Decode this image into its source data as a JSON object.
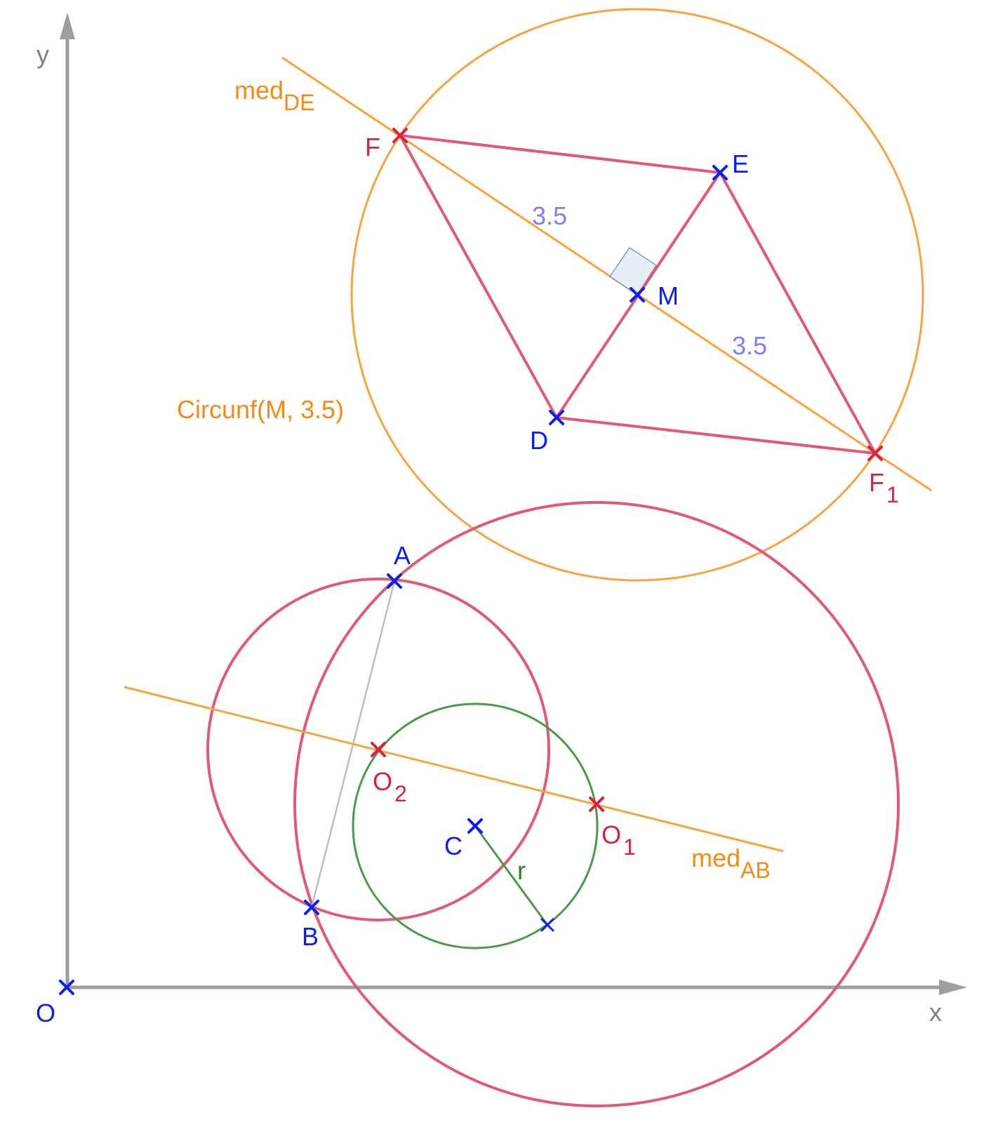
{
  "axes": {
    "x_label": "x",
    "y_label": "y",
    "color": "#9e9e9e"
  },
  "colors": {
    "construction": "#f7a440",
    "construction_text": "#f58a14",
    "result": "#e05a78",
    "result_point": "#dd2040",
    "point": "#0a1ef5",
    "measure": "#7f7ff5",
    "given_circle": "#4a9a48",
    "segment_gray": "#bdbdbd",
    "right_angle_fill": "#e6eef6",
    "right_angle_stroke": "#5a8fbf"
  },
  "labels": {
    "origin": "O",
    "A": "A",
    "B": "B",
    "C": "C",
    "D": "D",
    "E": "E",
    "M": "M",
    "F": "F",
    "F1_main": "F",
    "F1_sub": "1",
    "O1_main": "O",
    "O1_sub": "1",
    "O2_main": "O",
    "O2_sub": "2",
    "r": "r",
    "medDE_main": "med",
    "medDE_sub": "DE",
    "medAB_main": "med",
    "medAB_sub": "AB",
    "circle_label": "Circunf(M, 3.5)",
    "dist1": "3.5",
    "dist2": "3.5"
  }
}
